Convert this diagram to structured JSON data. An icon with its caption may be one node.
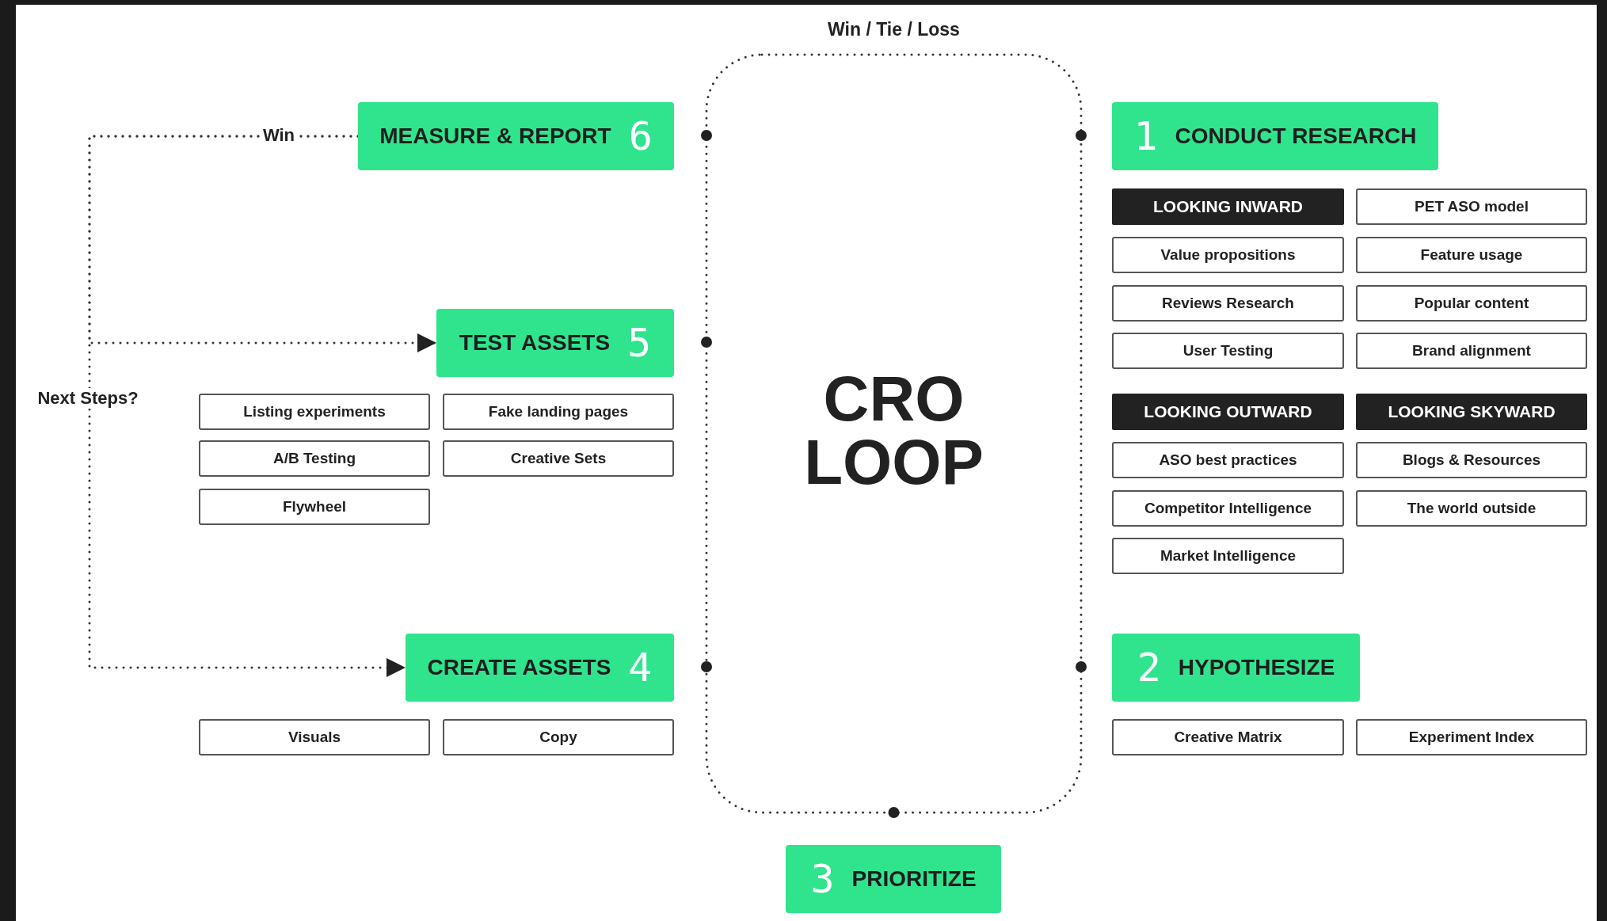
{
  "diagram": {
    "nodes": [
      {
        "text": [
          "MEASURE & REPORT",
          "6"
        ]
      },
      {
        "text": [
          "Win / Tie / Loss",
          "CRO LOOP"
        ]
      },
      {
        "text": [
          "1",
          "CONDUCT RESEARCH"
        ]
      },
      {
        "text": [
          "LOOKING INWARD"
        ]
      },
      {
        "text": [
          "PET ASO model"
        ]
      },
      {
        "text": [
          "Value propositions"
        ]
      },
      {
        "text": [
          "Feature usage"
        ]
      },
      {
        "text": [
          "Reviews Research"
        ]
      },
      {
        "text": [
          "Popular content"
        ]
      },
      {
        "text": [
          "User Testing"
        ]
      },
      {
        "text": [
          "Brand alignment"
        ]
      },
      {
        "text": [
          "LOOKING OUTWARD"
        ]
      },
      {
        "text": [
          "LOOKING SKYWARD"
        ]
      },
      {
        "text": [
          "ASO best practices"
        ]
      },
      {
        "text": [
          "Blogs & Resources"
        ]
      },
      {
        "text": [
          "Competitor Intelligence"
        ]
      },
      {
        "text": [
          "The world outside"
        ]
      },
      {
        "text": [
          "Market Intelligence"
        ]
      },
      {
        "text": [
          "TEST ASSETS",
          "5"
        ]
      },
      {
        "text": [
          "Listing experiments"
        ]
      },
      {
        "text": [
          "Fake landing pages"
        ]
      },
      {
        "text": [
          "A/B Testing"
        ]
      },
      {
        "text": [
          "Creative Sets"
        ]
      },
      {
        "text": [
          "Flywheel"
        ]
      },
      {
        "text": [
          "CREATE ASSETS",
          "4"
        ]
      },
      {
        "text": [
          "2",
          "HYPOTHESIZE"
        ]
      },
      {
        "text": [
          "Visuals"
        ]
      },
      {
        "text": [
          "Copy"
        ]
      },
      {
        "text": [
          "Creative Matrix"
        ]
      },
      {
        "text": [
          "Experiment Index"
        ]
      },
      {
        "text": [
          "3",
          "PRIORITIZE"
        ]
      }
    ],
    "edges": [
      {
        "from": 0,
        "to": 18,
        "arrow": "to",
        "label": "Win",
        "style": "dashed"
      },
      {
        "from": 0,
        "to": 24,
        "arrow": "to",
        "label": "Next Steps?",
        "style": "dashed"
      }
    ]
  }
}
